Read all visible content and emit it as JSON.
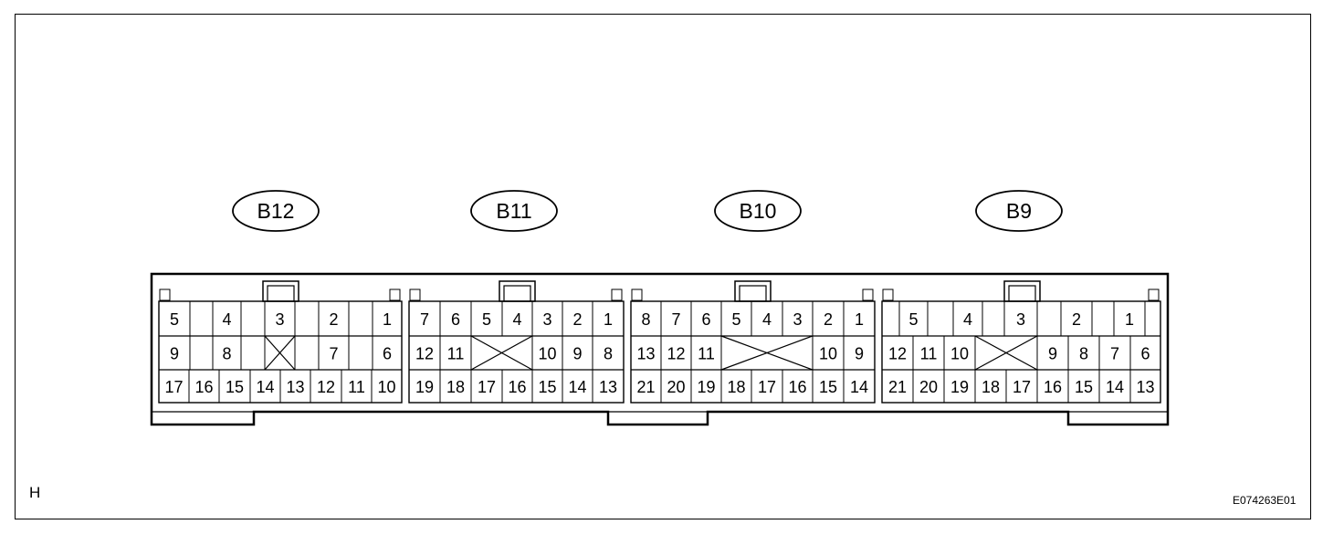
{
  "figure_code": "E074263E01",
  "corner_label": "H",
  "connectors": [
    {
      "id": "B12",
      "rows": [
        [
          "5",
          "",
          "4",
          "",
          "3",
          "",
          "2",
          "",
          "1"
        ],
        [
          "9",
          "",
          "8",
          "",
          "",
          "",
          "7",
          "",
          "6"
        ],
        [
          "17",
          "16",
          "15",
          "14",
          "13",
          "12",
          "11",
          "10"
        ]
      ]
    },
    {
      "id": "B11",
      "rows": [
        [
          "7",
          "6",
          "5",
          "4",
          "3",
          "2",
          "1"
        ],
        [
          "12",
          "11",
          "",
          "10",
          "9",
          "8"
        ],
        [
          "19",
          "18",
          "17",
          "16",
          "15",
          "14",
          "13"
        ]
      ]
    },
    {
      "id": "B10",
      "rows": [
        [
          "8",
          "7",
          "6",
          "5",
          "4",
          "3",
          "2",
          "1"
        ],
        [
          "13",
          "12",
          "11",
          "",
          "10",
          "9"
        ],
        [
          "21",
          "20",
          "19",
          "18",
          "17",
          "16",
          "15",
          "14"
        ]
      ]
    },
    {
      "id": "B9",
      "rows": [
        [
          "",
          "5",
          "",
          "4",
          "",
          "3",
          "",
          "2",
          "",
          "1",
          ""
        ],
        [
          "12",
          "11",
          "10",
          "",
          "9",
          "8",
          "7",
          "6"
        ],
        [
          "21",
          "20",
          "19",
          "18",
          "17",
          "16",
          "15",
          "14",
          "13"
        ]
      ]
    }
  ]
}
